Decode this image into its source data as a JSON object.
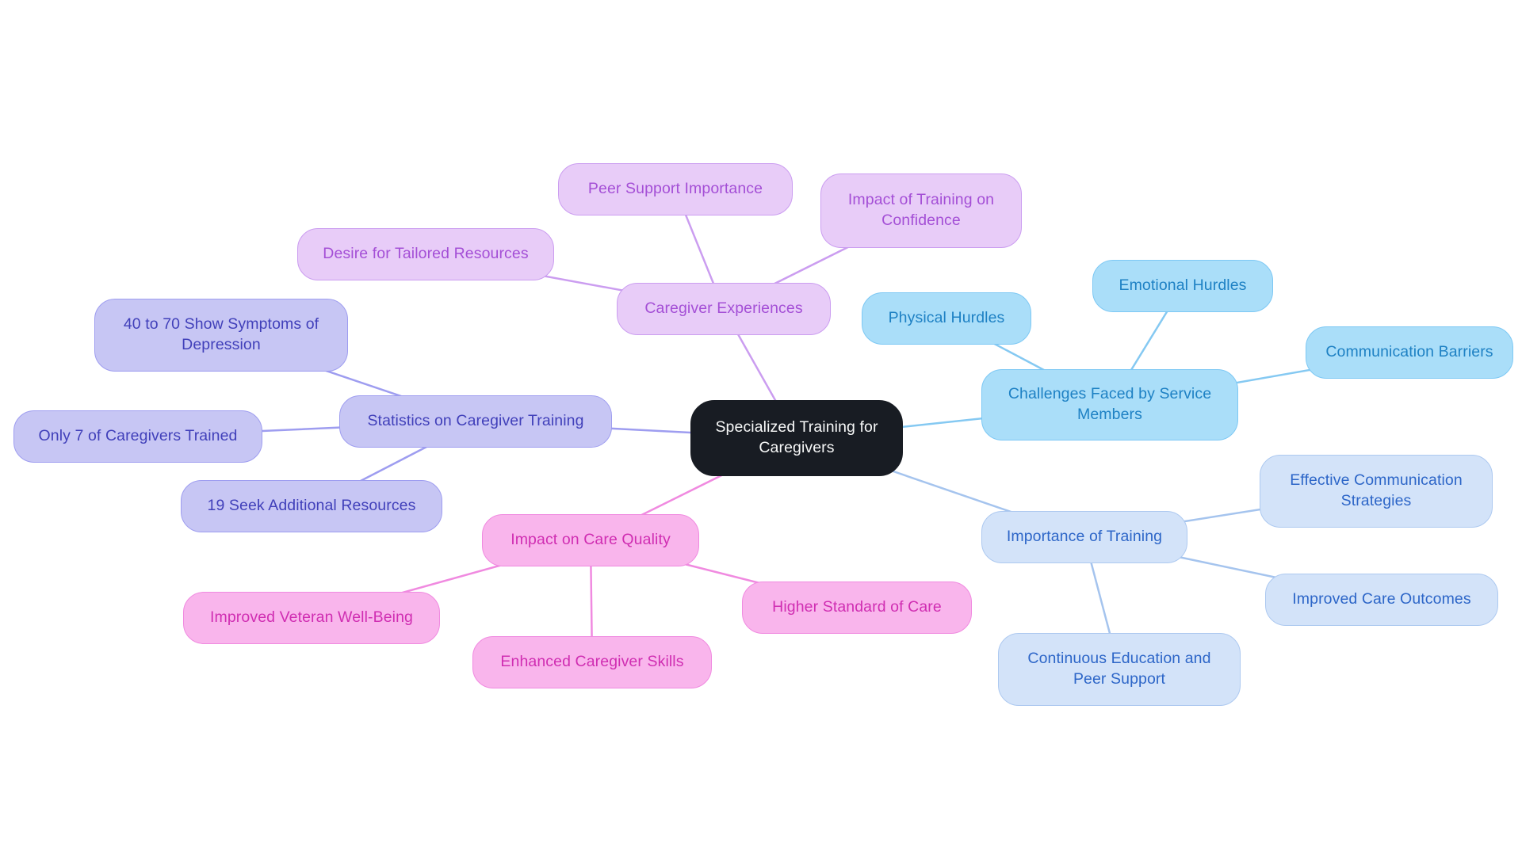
{
  "title": "Specialized Training for Caregivers mind map",
  "colors": {
    "background": "#ffffff",
    "central_fill": "#181c23",
    "central_text": "#f7f8f8",
    "purple_fill": "#e8ccf8",
    "purple_border": "#cb9df0",
    "purple_text": "#a44fd6",
    "purple_edge": "#cb9df0",
    "periwinkle_fill": "#c7c6f4",
    "periwinkle_border": "#9e9df0",
    "periwinkle_text": "#4140ba",
    "periwinkle_edge": "#9e9df0",
    "sky_fill": "#aadef9",
    "sky_border": "#7dc8f4",
    "sky_text": "#1e81c4",
    "sky_edge": "#85c9f2",
    "blue_fill": "#d3e3f9",
    "blue_border": "#adc9f0",
    "blue_text": "#2d66c8",
    "blue_edge": "#a5c4ee",
    "pink_fill": "#f9b5ec",
    "pink_border": "#f08ae0",
    "pink_text": "#d02eb2",
    "pink_edge": "#f08ae0"
  },
  "nodes": {
    "central": {
      "label": "Specialized Training for Caregivers",
      "group": "central"
    },
    "caregiver_experiences": {
      "label": "Caregiver Experiences",
      "group": "purple"
    },
    "peer_support": {
      "label": "Peer Support Importance",
      "group": "purple"
    },
    "impact_confidence": {
      "label": "Impact of Training on Confidence",
      "group": "purple"
    },
    "desire_tailored": {
      "label": "Desire for Tailored Resources",
      "group": "purple"
    },
    "statistics": {
      "label": "Statistics on Caregiver Training",
      "group": "periwinkle"
    },
    "symptoms_depression": {
      "label": "40 to 70 Show Symptoms of Depression",
      "group": "periwinkle"
    },
    "only_seven_trained": {
      "label": "Only 7 of Caregivers Trained",
      "group": "periwinkle"
    },
    "seek_additional": {
      "label": "19 Seek Additional Resources",
      "group": "periwinkle"
    },
    "challenges": {
      "label": "Challenges Faced by Service Members",
      "group": "sky"
    },
    "physical_hurdles": {
      "label": "Physical Hurdles",
      "group": "sky"
    },
    "emotional_hurdles": {
      "label": "Emotional Hurdles",
      "group": "sky"
    },
    "communication_barriers": {
      "label": "Communication Barriers",
      "group": "sky"
    },
    "importance": {
      "label": "Importance of Training",
      "group": "blue"
    },
    "effective_comm": {
      "label": "Effective Communication Strategies",
      "group": "blue"
    },
    "improved_outcomes": {
      "label": "Improved Care Outcomes",
      "group": "blue"
    },
    "continuous_education": {
      "label": "Continuous Education and Peer Support",
      "group": "blue"
    },
    "impact_quality": {
      "label": "Impact on Care Quality",
      "group": "pink"
    },
    "improved_veteran": {
      "label": "Improved Veteran Well-Being",
      "group": "pink"
    },
    "enhanced_skills": {
      "label": "Enhanced Caregiver Skills",
      "group": "pink"
    },
    "higher_standard": {
      "label": "Higher Standard of Care",
      "group": "pink"
    }
  },
  "structure": {
    "root": "central",
    "branches": [
      {
        "topic": "caregiver_experiences",
        "subtopics": [
          "peer_support",
          "impact_confidence",
          "desire_tailored"
        ]
      },
      {
        "topic": "statistics",
        "subtopics": [
          "symptoms_depression",
          "only_seven_trained",
          "seek_additional"
        ]
      },
      {
        "topic": "challenges",
        "subtopics": [
          "physical_hurdles",
          "emotional_hurdles",
          "communication_barriers"
        ]
      },
      {
        "topic": "importance",
        "subtopics": [
          "effective_comm",
          "improved_outcomes",
          "continuous_education"
        ]
      },
      {
        "topic": "impact_quality",
        "subtopics": [
          "improved_veteran",
          "enhanced_skills",
          "higher_standard"
        ]
      }
    ]
  }
}
